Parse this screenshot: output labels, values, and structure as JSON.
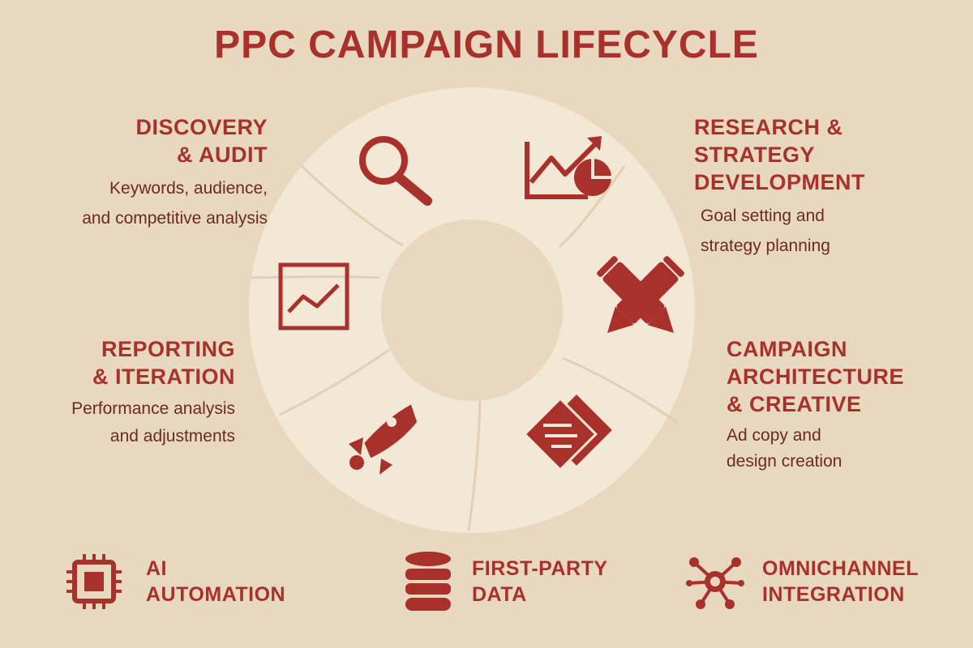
{
  "title": "PPC CAMPAIGN LIFECYCLE",
  "colors": {
    "background": "#e8d8c0",
    "accent": "#a8312b",
    "ring": "#f3e8d6",
    "center": "#e8d8c0"
  },
  "stages": [
    {
      "heading": "DISCOVERY\n& AUDIT",
      "description": "Keywords, audience,\nand competitive analysis",
      "icon": "magnifier-icon"
    },
    {
      "heading": "RESEARCH &\nSTRATEGY\nDEVELOPMENT",
      "description": "Goal setting and\nstrategy planning",
      "icon": "trend-chart-pie-icon"
    },
    {
      "heading": "CAMPAIGN\nARCHITECTURE\n& CREATIVE",
      "description": "Ad copy and\ndesign creation",
      "icon": "crossed-pencils-icon"
    },
    {
      "heading": "REPORTING\n& ITERATION",
      "description": "Performance analysis\nand adjustments",
      "icon": "line-chart-icon"
    }
  ],
  "ring_icons": [
    "magnifier-icon",
    "trend-chart-pie-icon",
    "crossed-pencils-icon",
    "documents-icon",
    "rocket-icon",
    "line-chart-icon"
  ],
  "features": [
    {
      "label": "AI\nAUTOMATION",
      "icon": "chip-icon"
    },
    {
      "label": "FIRST-PARTY\nDATA",
      "icon": "database-icon"
    },
    {
      "label": "OMNICHANNEL\nINTEGRATION",
      "icon": "network-icon"
    }
  ]
}
